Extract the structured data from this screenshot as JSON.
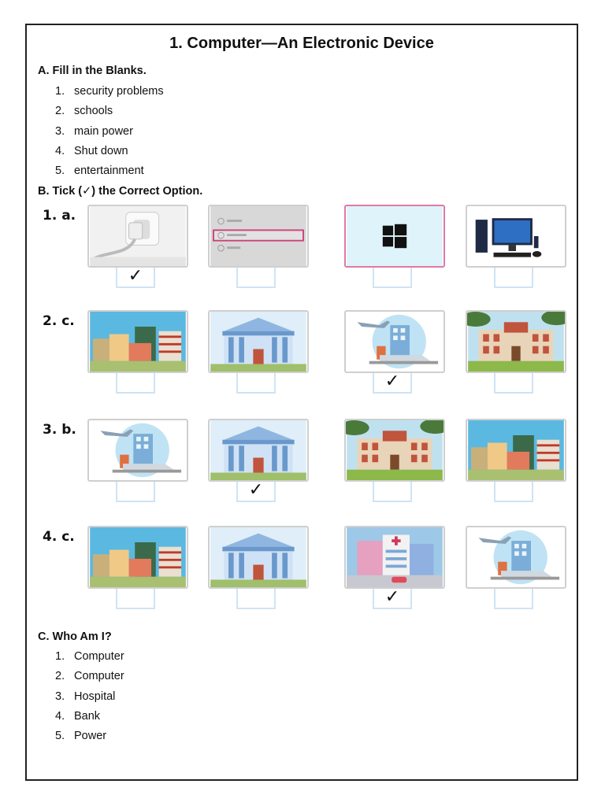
{
  "title": "1. Computer—An Electronic Device",
  "section_a": {
    "heading": "A. Fill in the Blanks.",
    "items": [
      {
        "num": "1.",
        "text": "security problems"
      },
      {
        "num": "2.",
        "text": "schools"
      },
      {
        "num": "3.",
        "text": "main power"
      },
      {
        "num": "4.",
        "text": "Shut down"
      },
      {
        "num": "5.",
        "text": "entertainment"
      }
    ]
  },
  "section_b": {
    "heading": "B. Tick (✓) the Correct Option.",
    "tick_mark": "✓",
    "questions": [
      {
        "label": "1. a.",
        "images": [
          "power-plug-image",
          "shutdown-menu-image",
          "windows-logo-image",
          "desktop-computer-image"
        ],
        "ticked": 1
      },
      {
        "label": "2. c.",
        "images": [
          "market-image",
          "bank-image",
          "transport-image",
          "school-image"
        ],
        "ticked": 3
      },
      {
        "label": "3. b.",
        "images": [
          "transport-image",
          "bank-image",
          "school-image",
          "market-image"
        ],
        "ticked": 2
      },
      {
        "label": "4. c.",
        "images": [
          "market-image",
          "bank-image",
          "hospital-image",
          "transport-image"
        ],
        "ticked": 3
      }
    ]
  },
  "section_c": {
    "heading": "C. Who Am I?",
    "items": [
      {
        "num": "1.",
        "text": "Computer"
      },
      {
        "num": "2.",
        "text": "Computer"
      },
      {
        "num": "3.",
        "text": "Hospital"
      },
      {
        "num": "4.",
        "text": "Bank"
      },
      {
        "num": "5.",
        "text": "Power"
      }
    ]
  },
  "colors": {
    "frame": "#222222",
    "box": "#cfe4f5",
    "pink": "#e07aa4"
  }
}
